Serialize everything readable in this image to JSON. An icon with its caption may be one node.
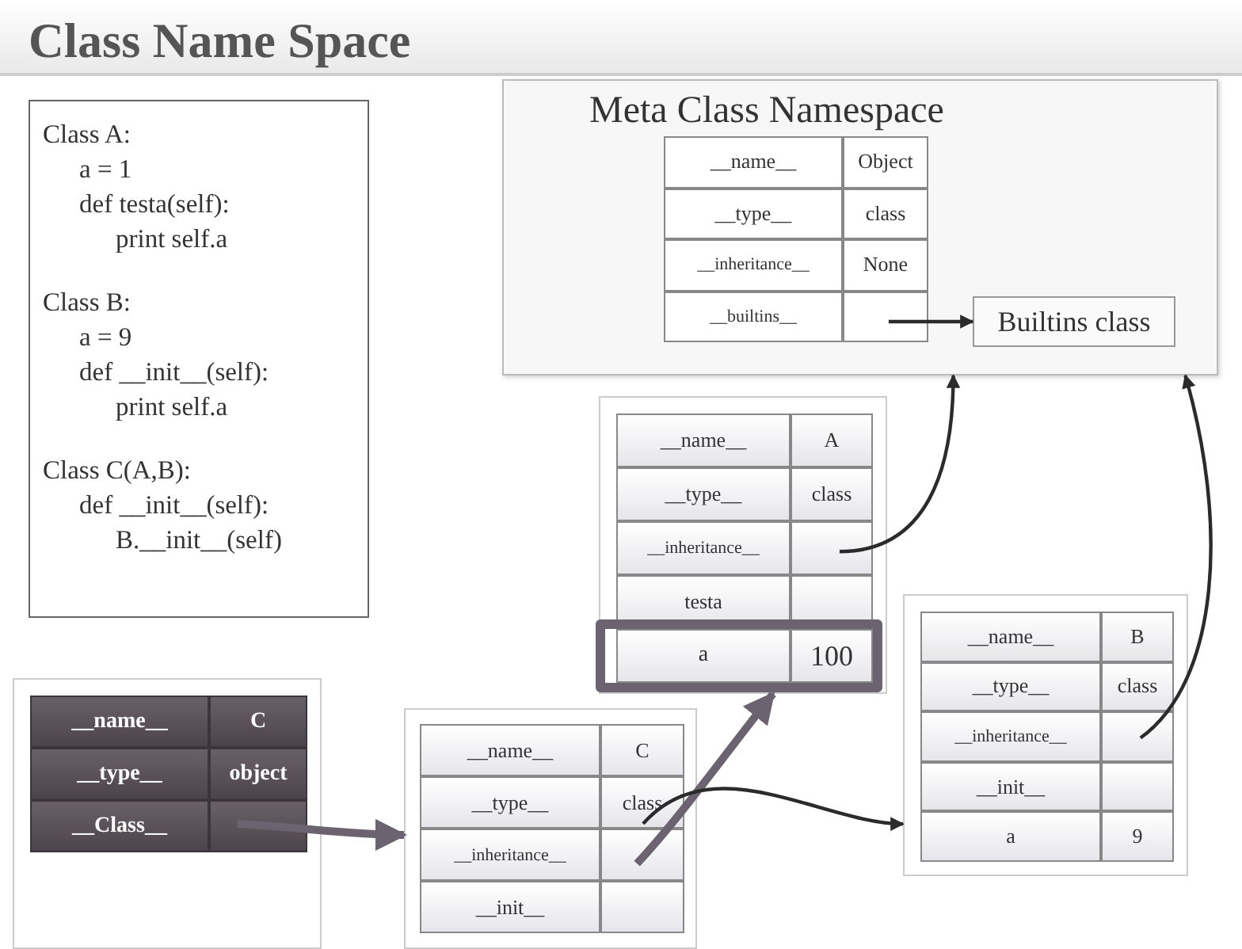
{
  "diagram": {
    "title": "Class Name Space",
    "nodes": [
      {
        "text": [
          "Class A:",
          "a = 1",
          "def testa(self):",
          "print self.a",
          "Class B:",
          "a = 9",
          "def __init__(self):",
          "print self.a",
          "Class C(A,B):",
          "def __init__(self):",
          "B.__init__(self)"
        ]
      },
      {
        "text": [
          "Meta Class Namespace"
        ]
      },
      {
        "text": [
          "__name__",
          "Object",
          "__type__",
          "class",
          "__inheritance__",
          "None",
          "__builtins__"
        ],
        "in": 1
      },
      {
        "text": [
          "Builtins class"
        ],
        "in": 1
      },
      {
        "text": [
          "__name__",
          "A",
          "__type__",
          "class",
          "__inheritance__",
          "testa",
          "a",
          "100"
        ]
      },
      {
        "text": [
          "__name__",
          "B",
          "__type__",
          "class",
          "__inheritance__",
          "__init__",
          "a",
          "9"
        ]
      },
      {
        "text": [
          "__name__",
          "C",
          "__type__",
          "object",
          "__Class__"
        ]
      },
      {
        "text": [
          "__name__",
          "C",
          "__type__",
          "class",
          "__inheritance__",
          "__init__"
        ]
      }
    ],
    "edges": [
      {
        "from": 2,
        "to": 3,
        "arrow": "to"
      },
      {
        "from": 4,
        "to": 1,
        "arrow": "to"
      },
      {
        "from": 5,
        "to": 1,
        "arrow": "to"
      },
      {
        "from": 6,
        "to": 7,
        "arrow": "to",
        "style": "thick",
        "color": "#6b6370"
      },
      {
        "from": 7,
        "to": 4,
        "arrow": "to",
        "style": "thick",
        "color": "#6b6370"
      },
      {
        "from": 7,
        "to": 5,
        "arrow": "to"
      }
    ]
  }
}
